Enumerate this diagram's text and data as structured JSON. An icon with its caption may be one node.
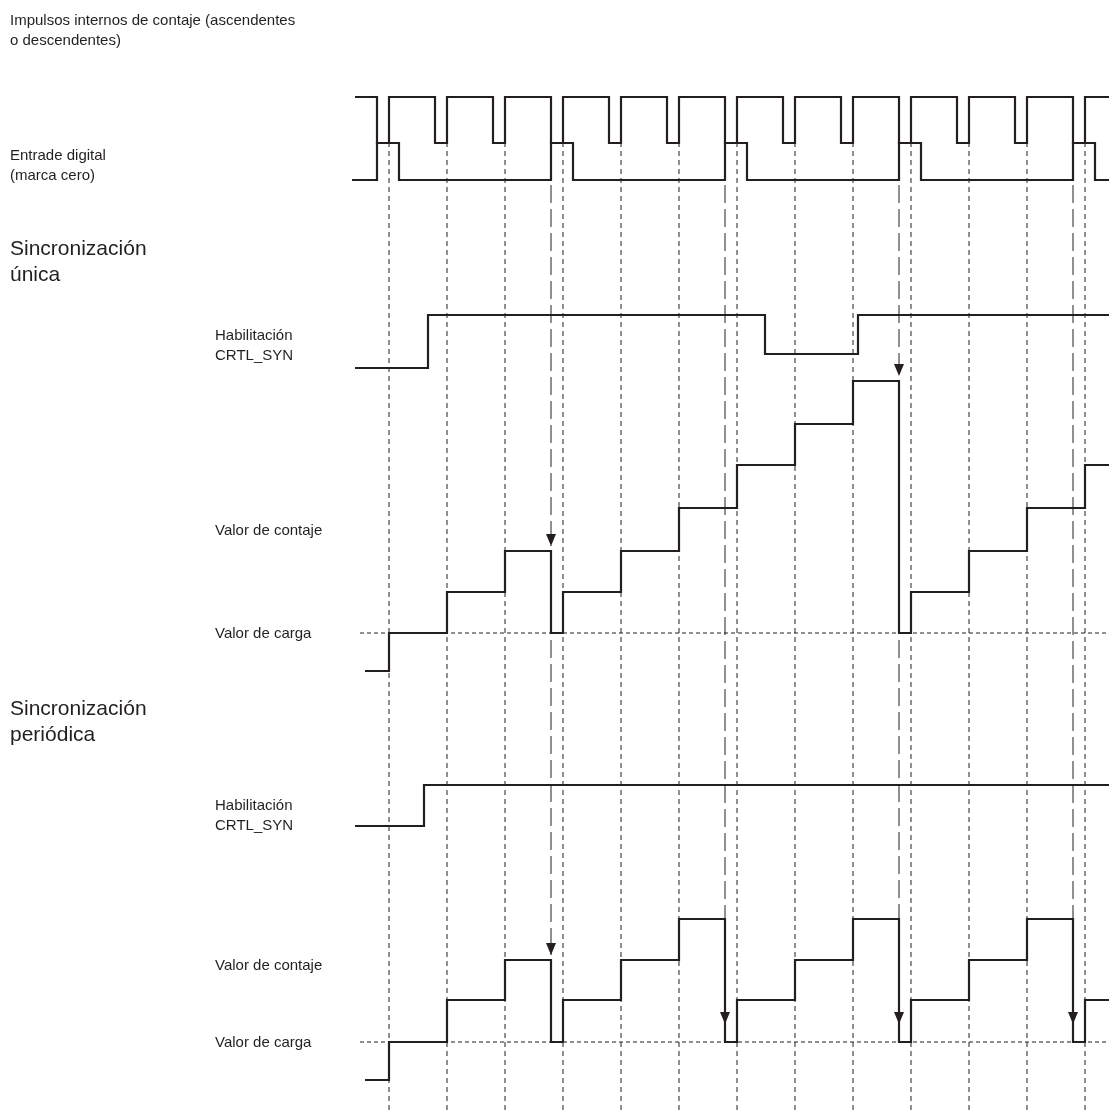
{
  "diagram": {
    "labels": [
      "Impulsos internos de contaje (ascendentes o descendentes)",
      "Entrade digital (marca cero)",
      "Sincronización única",
      "Habilitación CRTL_SYN",
      "Valor de contaje",
      "Valor de carga",
      "Sincronización periódica",
      "Habilitación CRTL_SYN",
      "Valor de contaje",
      "Valor de carga"
    ]
  }
}
